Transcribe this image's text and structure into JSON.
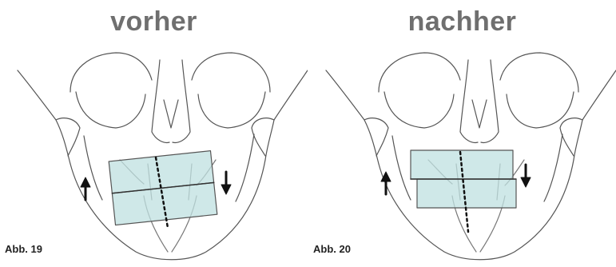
{
  "figures": [
    {
      "title": "vorher",
      "label": "Abb. 19"
    },
    {
      "title": "nachher",
      "label": "Abb. 20"
    }
  ],
  "colors": {
    "title": "#6f6f6f",
    "box_fill": "#bfe0e0",
    "line": "#555555"
  }
}
